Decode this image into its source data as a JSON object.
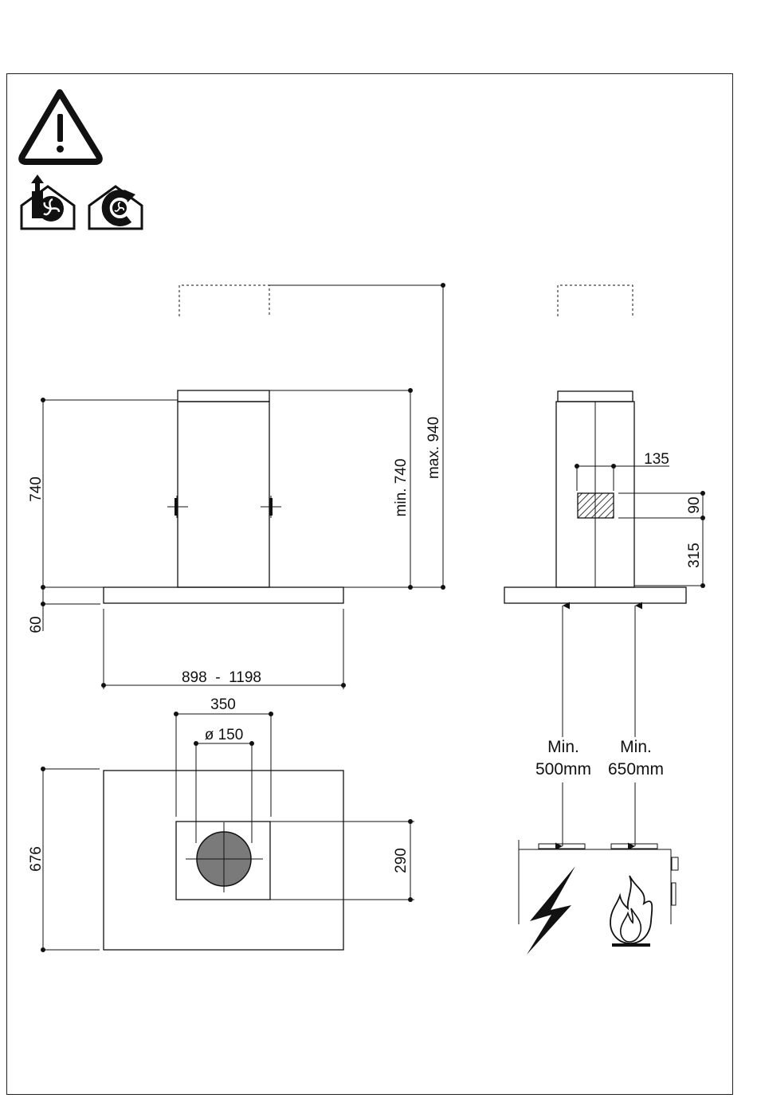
{
  "symbols": {
    "warning": "warning-triangle-icon",
    "extraction_mode": "extraction-mode-icon",
    "recirculation_mode": "recirculation-mode-icon",
    "electric_hob": "electric-hob-icon",
    "gas_hob": "gas-flame-icon"
  },
  "front_view": {
    "height_label": "740",
    "canopy_thickness_label": "60",
    "width_label": "898  -  1198",
    "chimney_min_label": "min. 740",
    "total_max_label": "max. 940"
  },
  "side_view": {
    "bracket_width_label": "135",
    "bracket_height_label": "90",
    "bracket_offset_label": "315"
  },
  "top_view": {
    "chimney_width_label": "350",
    "outlet_diameter_label": "ø 150",
    "depth_label": "676",
    "chimney_depth_label": "290"
  },
  "hob_clearance": {
    "electric_line1": "Min.",
    "electric_line2": "500mm",
    "gas_line1": "Min.",
    "gas_line2": "650mm"
  },
  "colors": {
    "line": "#111111",
    "outlet_fill": "#7a7a7a"
  }
}
